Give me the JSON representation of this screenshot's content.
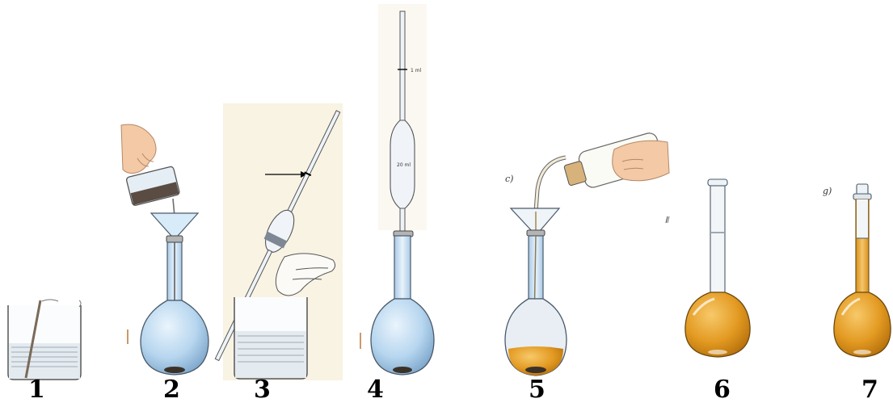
{
  "steps": [
    {
      "number": "1"
    },
    {
      "number": "2"
    },
    {
      "number": "3"
    },
    {
      "number": "4"
    },
    {
      "number": "5"
    },
    {
      "number": "6"
    },
    {
      "number": "7"
    }
  ],
  "panel_letters": {
    "c": "c)",
    "g": "g)"
  },
  "pipette_marks": {
    "graduation": "1 ml",
    "bulb": "20 ml"
  },
  "colors": {
    "glass": "#b9d7ef",
    "glass_outline": "#4a5a6a",
    "solution": "#e7a52a",
    "solution_dark": "#c98612",
    "liquid_water": "#dfe7ee",
    "skin": "#f3c9a6",
    "paper_bg": "#f8f3e3"
  }
}
